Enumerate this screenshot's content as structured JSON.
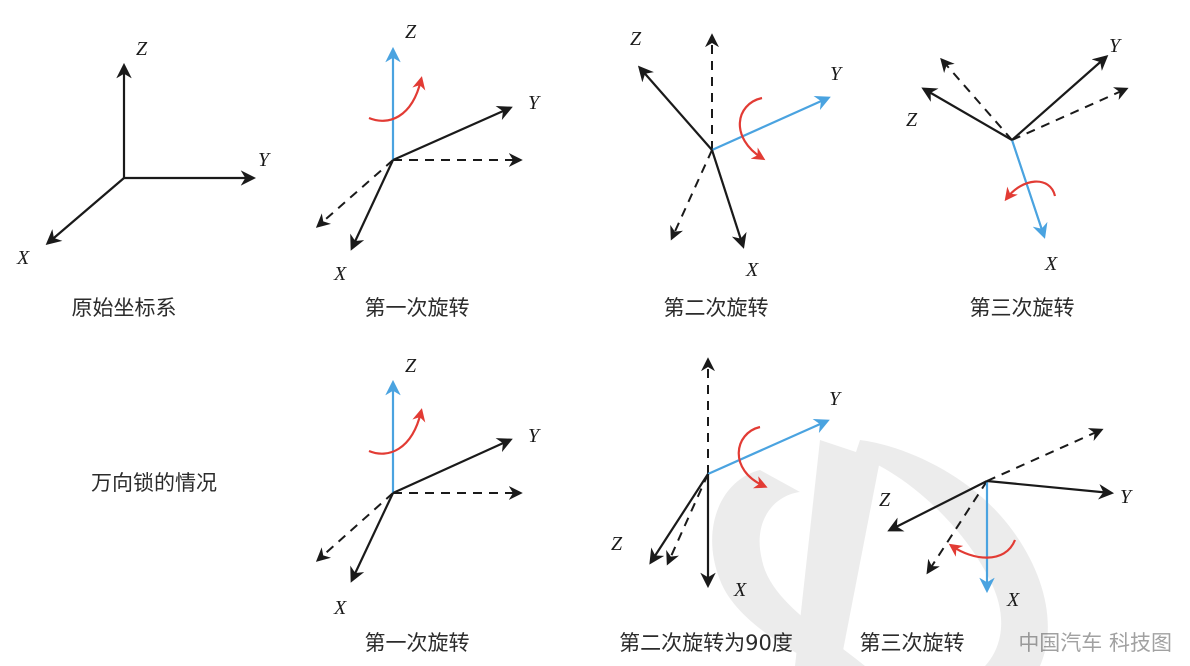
{
  "axes": {
    "x": "X",
    "y": "Y",
    "z": "Z"
  },
  "captions": {
    "original": "原始坐标系",
    "first_rotation": "第一次旋转",
    "second_rotation": "第二次旋转",
    "third_rotation": "第三次旋转",
    "gimbal_lock": "万向锁的情况",
    "first_rotation_lock": "第一次旋转",
    "second_rotation_90": "第二次旋转为90度",
    "third_rotation_lock": "第三次旋转"
  },
  "watermark": {
    "text": "中国汽车 科技图"
  },
  "colors": {
    "axis": "#1a1a1a",
    "rotating_axis": "#4aa3e0",
    "rotation_arrow": "#e23b34",
    "watermark": "#e6e6e6"
  }
}
